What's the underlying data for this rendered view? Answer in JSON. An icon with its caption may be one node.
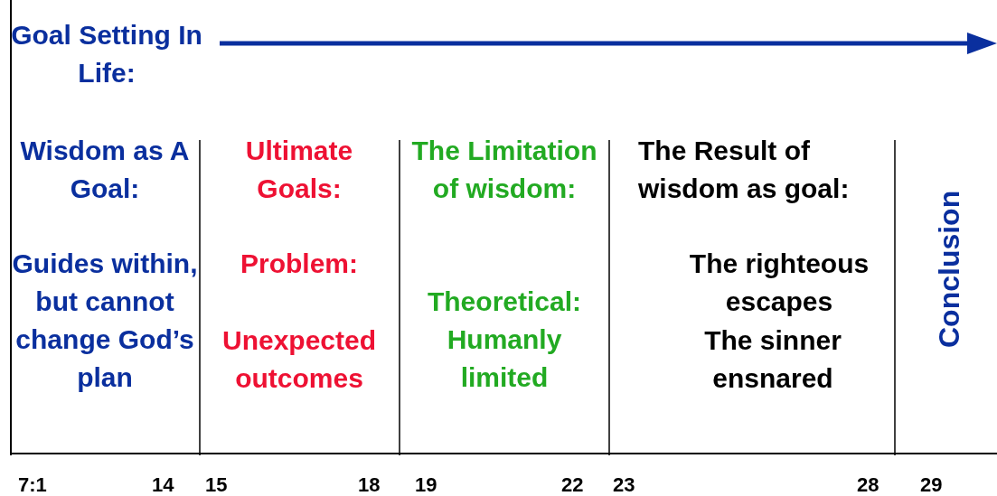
{
  "diagram": {
    "title": "Goal Setting In Life:",
    "labels": [
      "Wisdom as A Goal:",
      "Guides within, but cannot change God’s plan",
      "Ultimate Goals:",
      "Problem:",
      "Unexpected outcomes",
      "The Limitation of wisdom:",
      "Theoretical: Humanly limited",
      "The Result of wisdom as goal:",
      "The righteous escapes",
      "The sinner ensnared",
      "Conclusion",
      "7:1",
      "14",
      "15",
      "18",
      "19",
      "22",
      "23",
      "28",
      "29"
    ]
  }
}
